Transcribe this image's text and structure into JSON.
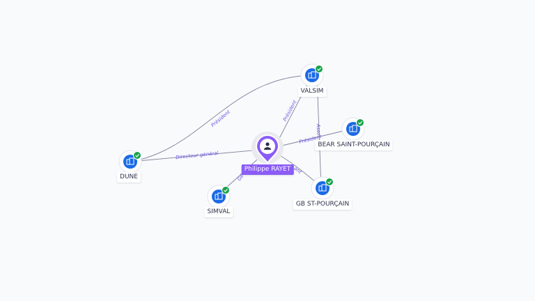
{
  "person": {
    "name": "Philippe RAYET",
    "icon": "user-icon",
    "color": "#8b5cf6"
  },
  "companies": [
    {
      "id": "valsim",
      "name": "VALSIM",
      "icon": "building-icon",
      "verified": true
    },
    {
      "id": "dune",
      "name": "DUNE",
      "icon": "building-icon",
      "verified": true
    },
    {
      "id": "bear",
      "name": "BEAR SAINT-POURÇAIN",
      "icon": "building-icon",
      "verified": true
    },
    {
      "id": "gb",
      "name": "GB ST-POURÇAIN",
      "icon": "building-icon",
      "verified": true
    },
    {
      "id": "simval",
      "name": "SIMVAL",
      "icon": "building-icon",
      "verified": true
    }
  ],
  "edges": [
    {
      "label": "Président",
      "from": "valsim",
      "to": "dune"
    },
    {
      "label": "Directeur général",
      "from": "person",
      "to": "dune"
    },
    {
      "label": "Président",
      "from": "person",
      "to": "valsim"
    },
    {
      "label": "Président",
      "from": "person",
      "to": "bear"
    },
    {
      "label": "Asso",
      "from": "valsim",
      "to": "gb"
    },
    {
      "label": "Gé",
      "from": "person",
      "to": "simval"
    },
    {
      "label": "ant",
      "from": "person",
      "to": "gb"
    }
  ],
  "colors": {
    "company": "#1a6ae6",
    "verified": "#17a34a",
    "edge": "#7d849c",
    "edge_label": "#6f55e0"
  }
}
